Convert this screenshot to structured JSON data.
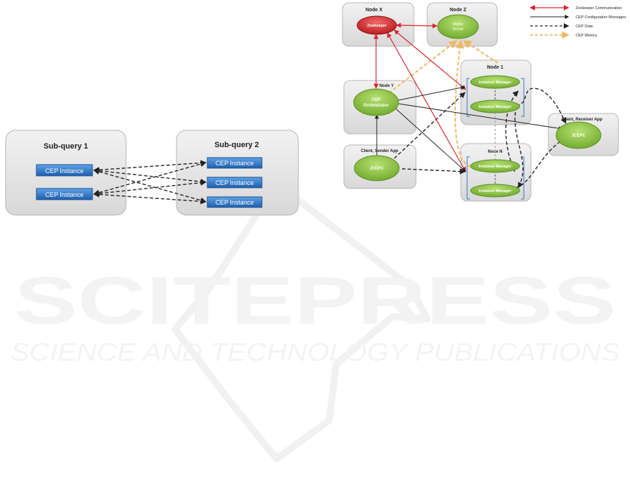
{
  "watermark": {
    "brand": "SCITEPRESS",
    "tagline": "SCIENCE AND TECHNOLOGY PUBLICATIONS"
  },
  "left_diagram": {
    "subquery_1": {
      "title": "Sub-query 1",
      "instances": [
        "CEP Instance",
        "CEP Instance"
      ]
    },
    "subquery_2": {
      "title": "Sub-query 2",
      "instances": [
        "CEP Instance",
        "CEP Instance",
        "CEP Instance"
      ]
    }
  },
  "right_diagram": {
    "legend": [
      {
        "label": "Zookeeper Communication",
        "color": "#d9262c",
        "style": "solid",
        "heads": "both"
      },
      {
        "label": "CEP Configuration Messages",
        "color": "#222222",
        "style": "solid",
        "heads": "end"
      },
      {
        "label": "CEP Data",
        "color": "#222222",
        "style": "dashed",
        "heads": "end"
      },
      {
        "label": "CEP Metrics",
        "color": "#f0b860",
        "style": "dashed",
        "heads": "end"
      }
    ],
    "nodes": {
      "node_x": {
        "title": "Node X",
        "component": "Zookeeper"
      },
      "node_z": {
        "title": "Node Z",
        "component_lines": [
          "Metric",
          "Server"
        ]
      },
      "node_y": {
        "title": "Node Y",
        "component_lines": [
          "CEP",
          "Orchestrator"
        ]
      },
      "node_1": {
        "title": "Node 1",
        "managers": [
          "Instance Manager",
          "Instance Manager"
        ]
      },
      "node_n": {
        "title": "Node N",
        "managers": [
          "Instance Manager",
          "Instance Manager"
        ]
      },
      "client_sender": {
        "title": "Client, Sender App",
        "component": "JCEPC"
      },
      "client_receiver": {
        "title": "Client, Receiver App",
        "component": "JCEPC"
      }
    },
    "colors": {
      "zookeeper": "#d9262c",
      "component_green": "#8cc43c",
      "node_gray": "#e6e6e6",
      "instance_blue": "#2f78c8"
    }
  }
}
